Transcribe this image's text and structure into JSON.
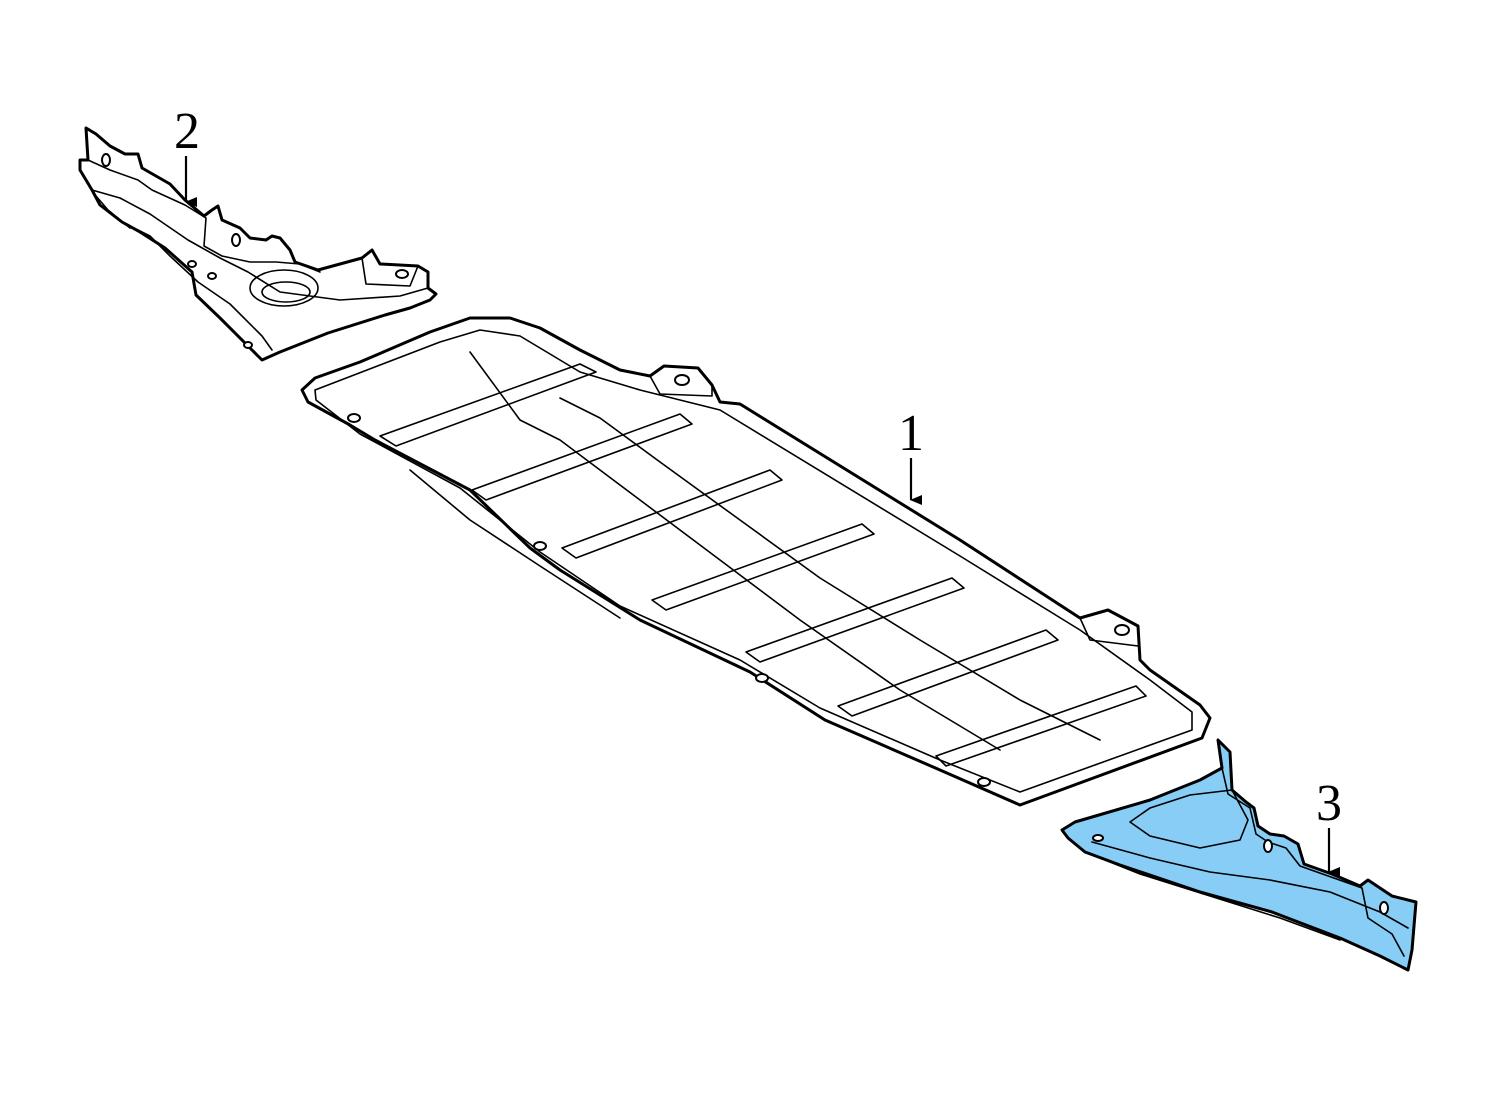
{
  "parts": [
    {
      "id": "part-1",
      "callout": "1",
      "highlighted": false
    },
    {
      "id": "part-2",
      "callout": "2",
      "highlighted": false
    },
    {
      "id": "part-3",
      "callout": "3",
      "highlighted": true
    }
  ],
  "colors": {
    "outline": "#000000",
    "fill": "#ffffff",
    "highlight": "#87cdf5",
    "background": "#ffffff"
  }
}
